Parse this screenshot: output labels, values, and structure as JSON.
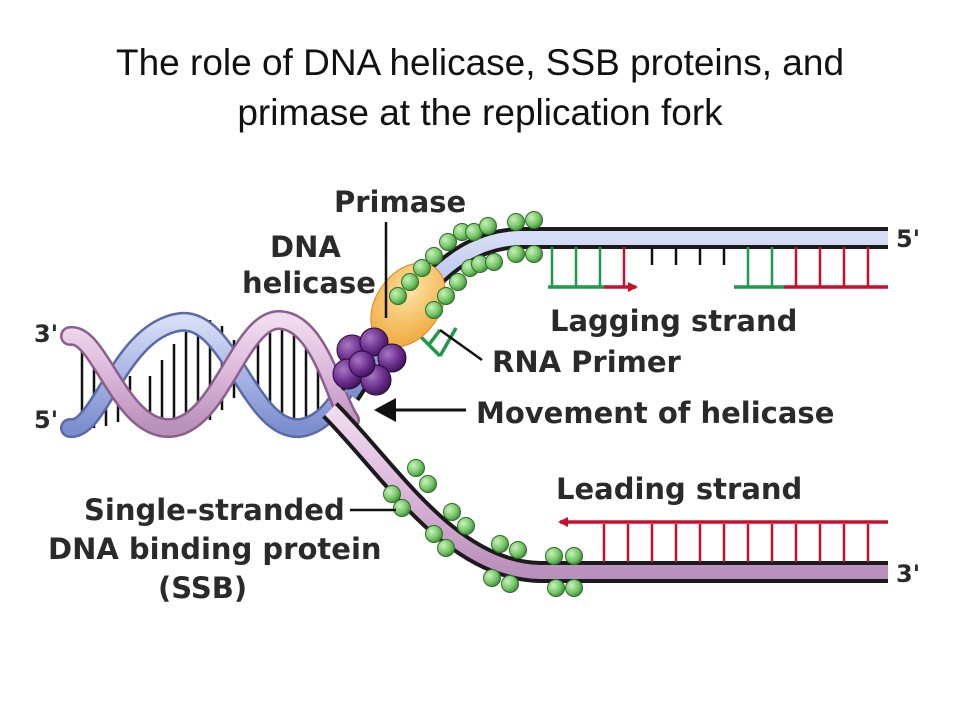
{
  "title": {
    "line1": "The role of DNA helicase, SSB proteins, and",
    "line2": "primase at the replication fork"
  },
  "labels": {
    "primase": "Primase",
    "helicase_line1": "DNA",
    "helicase_line2": "helicase",
    "lagging": "Lagging strand",
    "rna_primer": "RNA Primer",
    "movement": "Movement of helicase",
    "leading": "Leading strand",
    "ssb_line1": "Single-stranded",
    "ssb_line2": "DNA binding protein",
    "ssb_line3": "(SSB)"
  },
  "ends": {
    "left_top": "3'",
    "left_bottom": "5'",
    "right_top": "5'",
    "right_bottom": "3'"
  },
  "colors": {
    "template_blue": "#a9b7e6",
    "template_pink": "#d9b4d9",
    "ssb_green": "#7ccf6c",
    "helicase_purple": "#7a3b9a",
    "primase_orange": "#f1b24a",
    "rna_green": "#1f9a4a",
    "new_dna_red": "#c8102e"
  }
}
